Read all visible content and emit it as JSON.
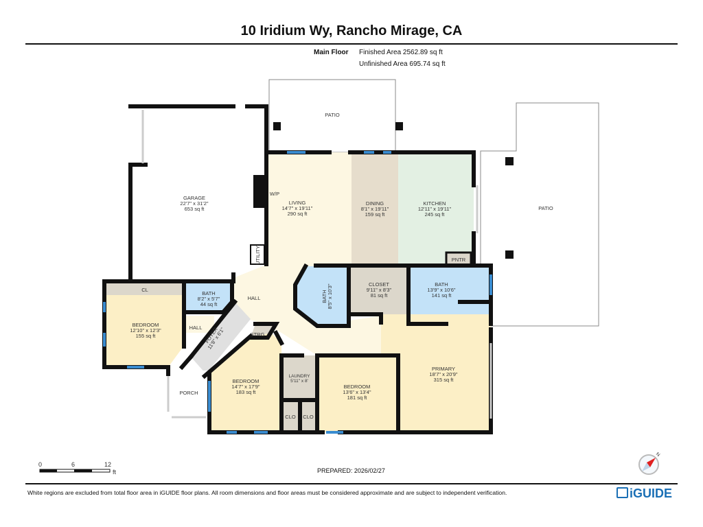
{
  "header": {
    "title": "10 Iridium Wy, Rancho Mirage, CA",
    "floor_label": "Main Floor",
    "finished_area": "Finished Area 2562.89 sq ft",
    "unfinished_area": "Unfinished Area 695.74 sq ft"
  },
  "rooms": {
    "patio1": {
      "name": "PATIO"
    },
    "patio2": {
      "name": "PATIO"
    },
    "garage": {
      "name": "GARAGE",
      "dims": "22'7\" x 31'2\"",
      "area": "653 sq ft"
    },
    "living": {
      "name": "LIVING",
      "dims": "14'7\" x 19'11\"",
      "area": "290 sq ft"
    },
    "dining": {
      "name": "DINING",
      "dims": "8'1\" x 19'11\"",
      "area": "159 sq ft"
    },
    "kitchen": {
      "name": "KITCHEN",
      "dims": "12'11\" x 19'11\"",
      "area": "245 sq ft"
    },
    "wp": {
      "name": "W/P"
    },
    "utility": {
      "name": "UTILITY"
    },
    "pntr": {
      "name": "PNTR"
    },
    "hall": {
      "name": "HALL"
    },
    "hall2": {
      "name": "HALL"
    },
    "cl": {
      "name": "CL"
    },
    "bath1": {
      "name": "BATH",
      "dims": "8'2\" x 5'7\"",
      "area": "44 sq ft"
    },
    "bedroom1": {
      "name": "BEDROOM",
      "dims": "12'10\" x 12'3\"",
      "area": "155 sq ft"
    },
    "bath2": {
      "name": "BATH",
      "dims": "8'5\" x 10'3\""
    },
    "closet": {
      "name": "CLOSET",
      "dims": "9'11\" x 8'3\"",
      "area": "81 sq ft"
    },
    "bath3": {
      "name": "BATH",
      "dims": "13'9\" x 10'6\"",
      "area": "141 sq ft"
    },
    "foyer": {
      "name": "FOYER",
      "dims": "11'8\" x 6'1\""
    },
    "strg": {
      "name": "STRG"
    },
    "porch": {
      "name": "PORCH"
    },
    "bedroom2": {
      "name": "BEDROOM",
      "dims": "14'7\" x 17'9\"",
      "area": "183 sq ft"
    },
    "laundry": {
      "name": "LAUNDRY",
      "dims": "5'11\" x 8'"
    },
    "clo1": {
      "name": "CLO"
    },
    "clo2": {
      "name": "CLO"
    },
    "bedroom3": {
      "name": "BEDROOM",
      "dims": "13'6\" x 13'4\"",
      "area": "181 sq ft"
    },
    "primary": {
      "name": "PRIMARY",
      "dims": "18'7\" x 20'9\"",
      "area": "315 sq ft"
    }
  },
  "scale": {
    "ticks": [
      "0",
      "6",
      "12"
    ],
    "unit": "ft"
  },
  "prepared": "PREPARED: 2026/02/27",
  "compass": {
    "label": "N"
  },
  "footer": {
    "disclaimer": "White regions are excluded from total floor area in iGUIDE floor plans. All room dimensions and floor areas must be considered approximate and are subject to independent verification.",
    "logo": "iGUIDE"
  },
  "colors": {
    "bedroom": "#fcefc6",
    "hall": "#fdf7e2",
    "bath": "#c3e2f8",
    "closet": "#dcd7cb",
    "kitchen": "#e3f0e3",
    "dining": "#e6ddcc",
    "logo": "#1a6fb5"
  }
}
